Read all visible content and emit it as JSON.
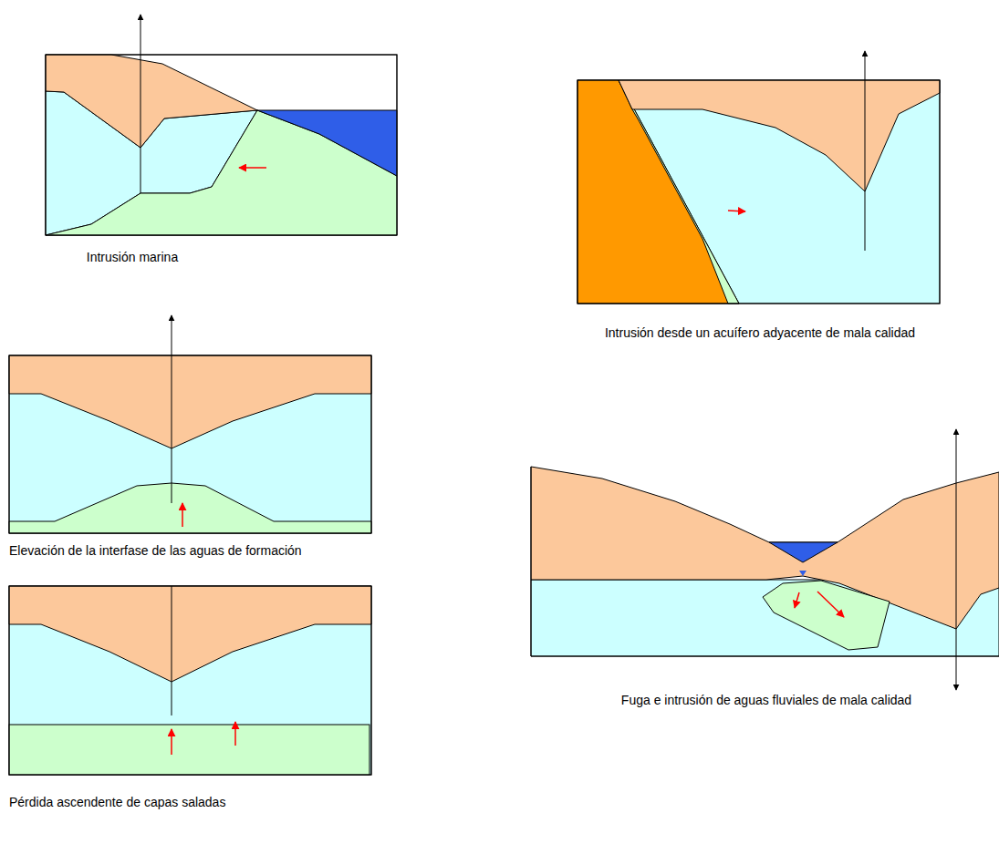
{
  "diagram": {
    "labels": [
      "Intrusión marina",
      "Intrusión desde un acuífero adyacente de mala calidad",
      "Elevación de la interfase de las aguas de formación",
      "Fuga e intrusión de aguas fluviales de mala calidad",
      "Pérdida ascendente de capas saladas"
    ]
  }
}
